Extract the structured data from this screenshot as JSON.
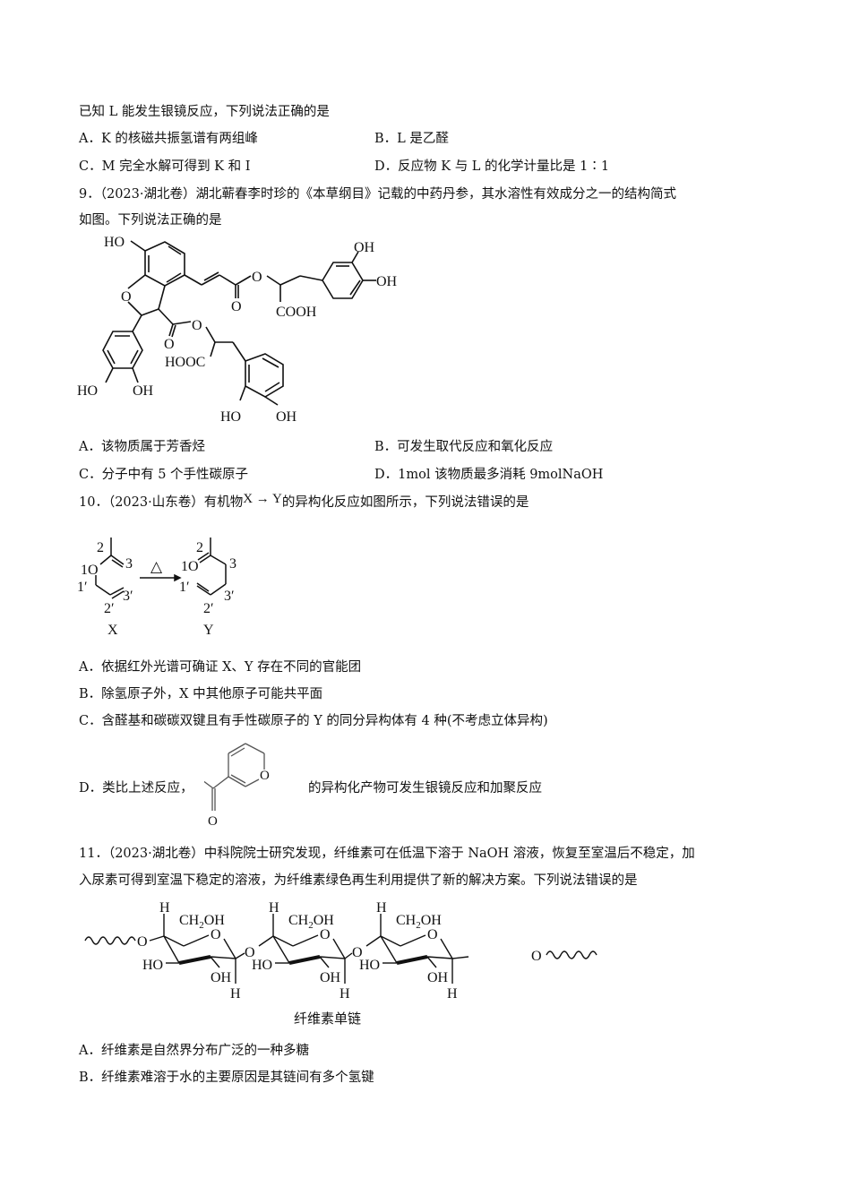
{
  "q8": {
    "stem_end": "已知 L 能发生银镜反应，下列说法正确的是",
    "options": [
      {
        "label": "A．",
        "text": "K 的核磁共振氢谱有两组峰"
      },
      {
        "label": "B．",
        "text": "L 是乙醛"
      },
      {
        "label": "C．",
        "text": "M 完全水解可得到 K 和 I"
      },
      {
        "label": "D．",
        "text": "反应物 K 与 L 的化学计量比是 1∶1"
      }
    ]
  },
  "q9": {
    "stem_line1": "9．（2023·湖北卷）湖北蕲春李时珍的《本草纲目》记载的中药丹参，其水溶性有效成分之一的结构简式",
    "stem_line2": "如图。下列说法正确的是",
    "figure_labels": {
      "ho_top": "HO",
      "oh_a": "OH",
      "oh_b": "OH",
      "cooh": "COOH",
      "o1": "O",
      "o2": "O",
      "o_ring": "O",
      "o3": "O",
      "o4": "O",
      "hooc": "HOOC",
      "ho_left": "HO",
      "oh_left": "OH",
      "ho_bottom": "HO",
      "oh_bottom": "OH"
    },
    "options": [
      {
        "label": "A．",
        "text": "该物质属于芳香烃"
      },
      {
        "label": "B．",
        "text": "可发生取代反应和氧化反应"
      },
      {
        "label": "C．",
        "text": "分子中有 5 个手性碳原子"
      },
      {
        "label": "D．",
        "text": "1mol 该物质最多消耗 9molNaOH"
      }
    ]
  },
  "q10": {
    "stem_prefix": "10．（2023·山东卷）有机物",
    "stem_formula": "X → Y",
    "stem_suffix": "的异构化反应如图所示，下列说法错误的是",
    "figure": {
      "x_label": "X",
      "y_label": "Y",
      "arrow_condition": "△",
      "atom_labels": [
        "1O",
        "2",
        "3",
        "1′",
        "2′",
        "3′"
      ]
    },
    "options": [
      {
        "label": "A．",
        "text": "依据红外光谱可确证 X、Y 存在不同的官能团"
      },
      {
        "label": "B．",
        "text": "除氢原子外，X 中其他原子可能共平面"
      },
      {
        "label": "C．",
        "text": "含醛基和碳碳双键且有手性碳原子的 Y 的同分异构体有 4 种(不考虑立体异构)"
      },
      {
        "label": "D．",
        "text_before": "类比上述反应，",
        "text_after": "的异构化产物可发生银镜反应和加聚反应",
        "mol_o_ring": "O",
        "mol_o_carbonyl": "O"
      }
    ]
  },
  "q11": {
    "stem_line1": "11．（2023·湖北卷）中科院院士研究发现，纤维素可在低温下溶于 NaOH 溶液，恢复至室温后不稳定，加",
    "stem_line2": "入尿素可得到室温下稳定的溶液，为纤维素绿色再生利用提供了新的解决方案。下列说法错误的是",
    "figure_caption": "纤维素单链",
    "options": [
      {
        "label": "A．",
        "text": "纤维素是自然界分布广泛的一种多糖"
      },
      {
        "label": "B．",
        "text": "纤维素难溶于水的主要原因是其链间有多个氢键"
      }
    ]
  }
}
